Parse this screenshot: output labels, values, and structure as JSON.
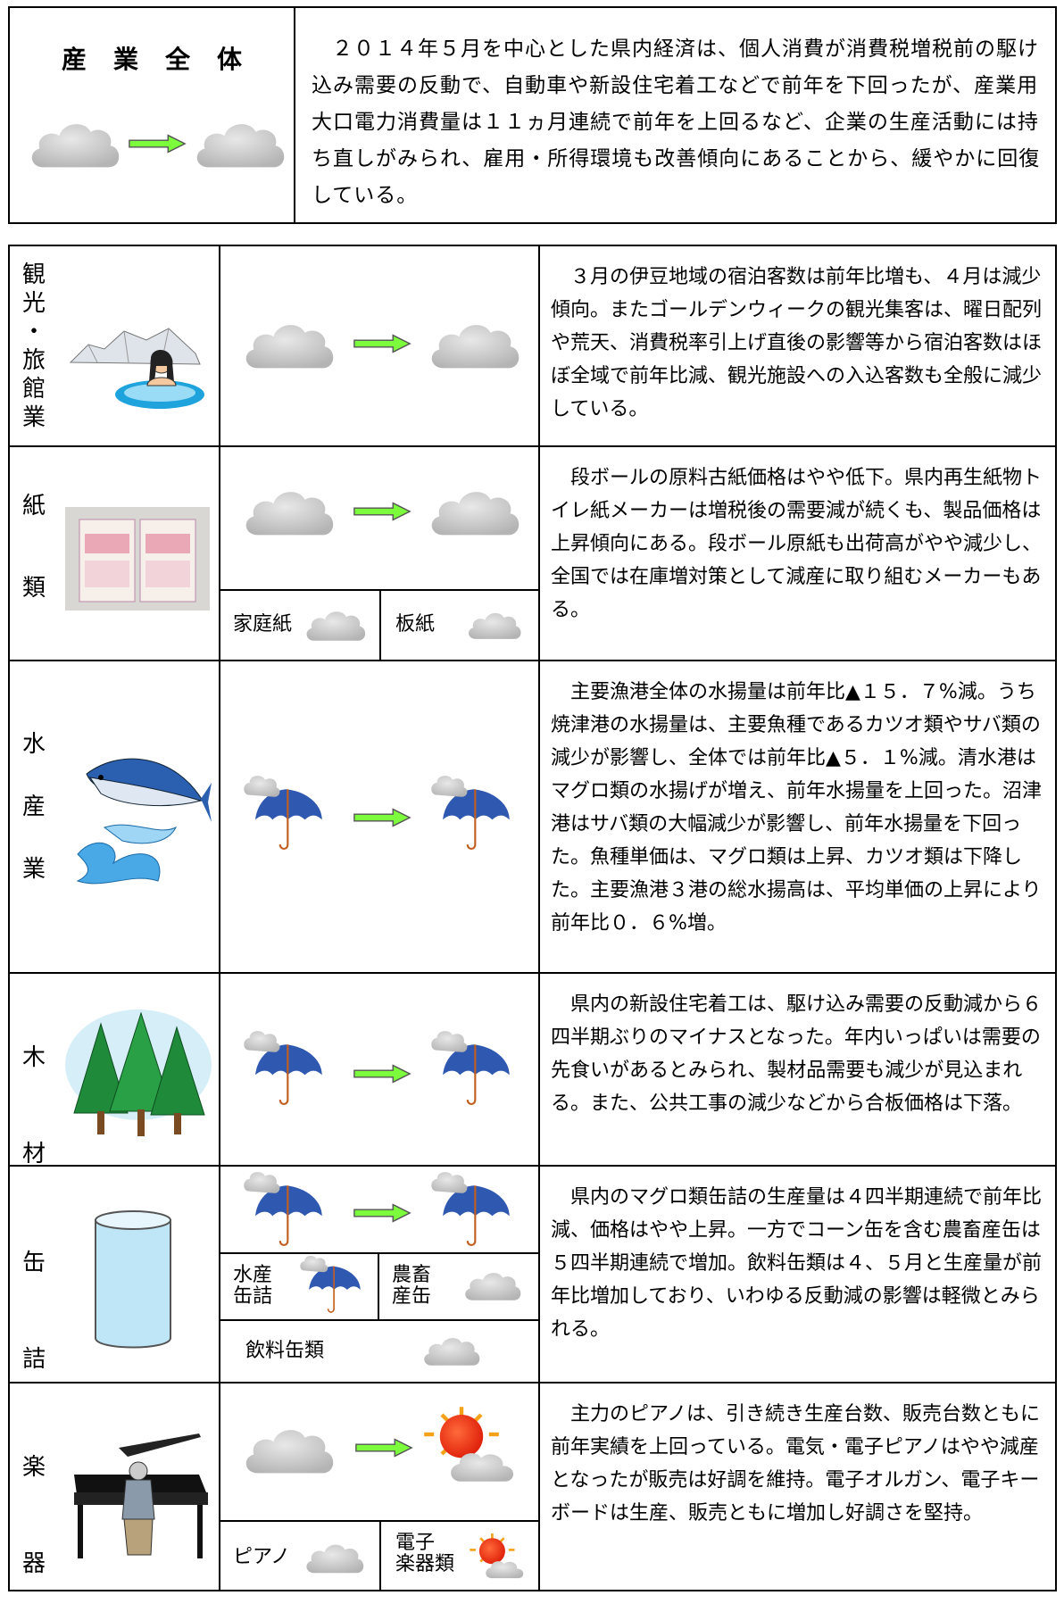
{
  "overall": {
    "title": "産業全体",
    "weather_from": "cloudy-icon",
    "weather_to": "cloudy-icon",
    "text": "２０１４年５月を中心とした県内経済は、個人消費が消費税増税前の駆け込み需要の反動で、自動車や新設住宅着工などで前年を下回ったが、産業用大口電力消費量は１１ヵ月連続で前年を上回るなど、企業の生産活動には持ち直しがみられ、雇用・所得環境も改善傾向にあることから、緩やかに回復している。"
  },
  "sectors": [
    {
      "name": "観光・旅館業",
      "weather_from": "cloudy-icon",
      "weather_to": "cloudy-icon",
      "text": "３月の伊豆地域の宿泊客数は前年比増も、４月は減少傾向。またゴールデンウィークの観光集客は、曜日配列や荒天、消費税率引上げ直後の影響等から宿泊客数はほぼ全域で前年比減、観光施設への入込客数も全般に減少している。"
    },
    {
      "name": "紙類",
      "weather_from": "cloudy-icon",
      "weather_to": "cloudy-icon",
      "sub": [
        "家庭紙",
        "板紙"
      ],
      "text": "段ボールの原料古紙価格はやや低下。県内再生紙物トイレ紙メーカーは増税後の需要減が続くも、製品価格は上昇傾向にある。段ボール原紙も出荷高がやや減少し、全国では在庫増対策として減産に取り組むメーカーもある。"
    },
    {
      "name": "水産業",
      "weather_from": "rain-icon",
      "weather_to": "rain-icon",
      "text": "主要漁港全体の水揚量は前年比▲１５．７%減。うち焼津港の水揚量は、主要魚種であるカツオ類やサバ類の減少が影響し、全体では前年比▲５．１%減。清水港はマグロ類の水揚げが増え、前年水揚量を上回った。沼津港はサバ類の大幅減少が影響し、前年水揚量を下回った。魚種単価は、マグロ類は上昇、カツオ類は下降した。主要漁港３港の総水揚高は、平均単価の上昇により前年比０．６%増。"
    },
    {
      "name": "木材",
      "weather_from": "rain-icon",
      "weather_to": "rain-icon",
      "text": "県内の新設住宅着工は、駆け込み需要の反動減から６四半期ぶりのマイナスとなった。年内いっぱいは需要の先食いがあるとみられ、製材品需要も減少が見込まれる。また、公共工事の減少などから合板価格は下落。"
    },
    {
      "name": "缶詰",
      "weather_from": "rain-icon",
      "weather_to": "rain-icon",
      "sub": [
        "水産\n缶詰",
        "農畜\n産缶",
        "飲料缶類"
      ],
      "text": "県内のマグロ類缶詰の生産量は４四半期連続で前年比減、価格はやや上昇。一方でコーン缶を含む農畜産缶は５四半期連続で増加。飲料缶類は４、５月と生産量が前年比増加しており、いわゆる反動減の影響は軽微とみられる。"
    },
    {
      "name": "楽器",
      "weather_from": "cloudy-icon",
      "weather_to": "sun-cloud-icon",
      "sub": [
        "ピアノ",
        "電子\n楽器類"
      ],
      "text": "主力のピアノは、引き続き生産台数、販売台数ともに前年実績を上回っている。電気・電子ピアノはやや減産となったが販売は好調を維持。電子オルガン、電子キーボードは生産、販売ともに増加し好調さを堅持。"
    }
  ]
}
